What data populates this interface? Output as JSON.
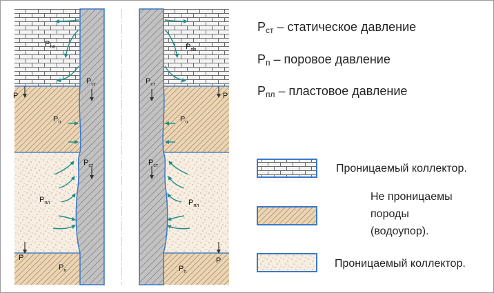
{
  "pressure_symbol": "P",
  "legend": [
    {
      "base": "P",
      "sub": "ст",
      "text": " – статическое давление"
    },
    {
      "base": "P",
      "sub": "п",
      "text": " – поровое давление"
    },
    {
      "base": "P",
      "sub": "пл",
      "text": " – пластовое давление"
    }
  ],
  "layer_keys": [
    {
      "lines": [
        "Проницаемый коллектор."
      ]
    },
    {
      "lines": [
        "Не проницаемы",
        "породы",
        "(водоупор)."
      ]
    },
    {
      "lines": [
        "Проницаемый коллектор."
      ]
    }
  ],
  "labels": {
    "sub_pl": "пл",
    "sub_st": "ст",
    "sub_p": "п"
  },
  "colors": {
    "brick_bg": "#f4f4f4",
    "brick_line": "#6a6a6a",
    "shale_bg": "#ecd5b4",
    "sand_bg": "#f7eee1",
    "mud_gray": "#bdbdbd",
    "casing_blue": "#3a78c8",
    "boundary_blue": "#4a82c8",
    "arrow_teal": "#1f8a8a"
  }
}
